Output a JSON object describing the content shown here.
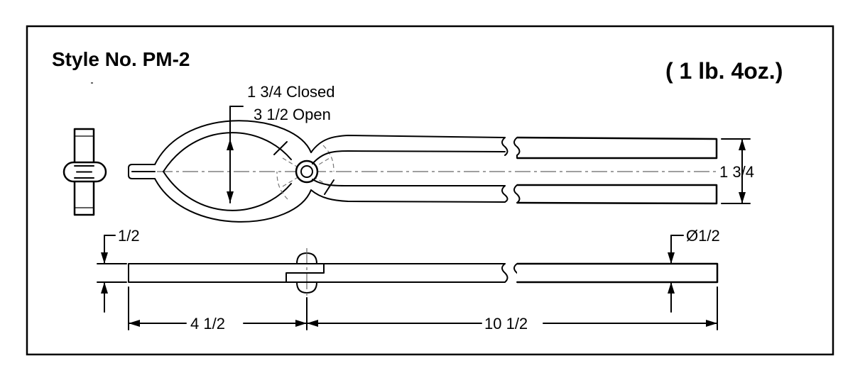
{
  "title": "Style No. PM-2",
  "weight": "( 1 lb. 4oz.)",
  "dimensions": {
    "jaw_closed": "1 3/4 Closed",
    "jaw_open": "3 1/2 Open",
    "handle_spread": "1 3/4",
    "thickness": "1/2",
    "handle_diameter": "Ø1/2",
    "jaw_length": "4 1/2",
    "handle_length": "10 1/2"
  }
}
